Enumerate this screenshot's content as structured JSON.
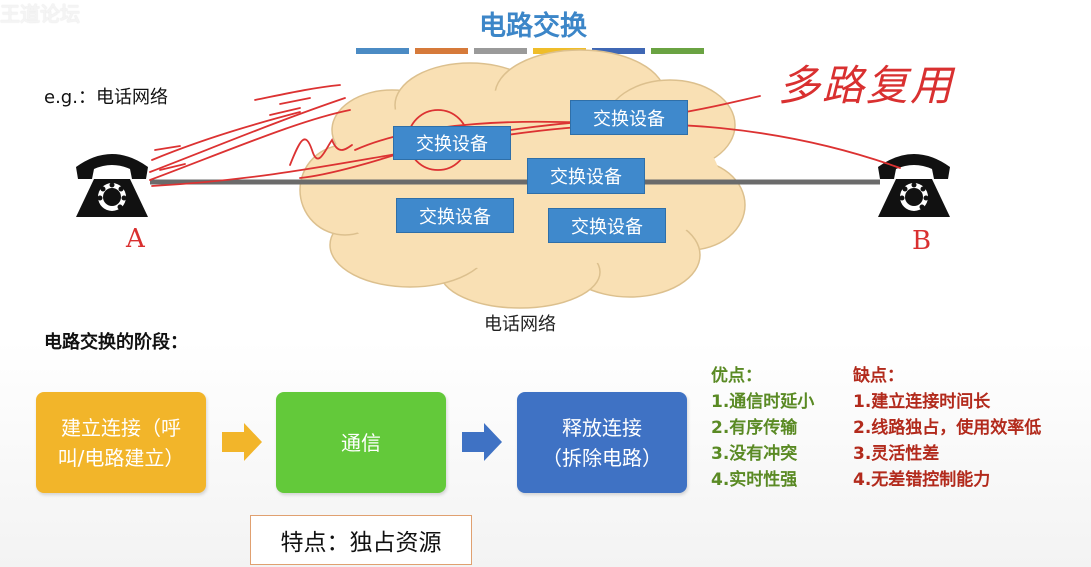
{
  "watermark": "王道论坛",
  "title": "电路交换",
  "color_bars": [
    "#4b8bc4",
    "#d67a3a",
    "#9a9a9a",
    "#efbd2a",
    "#3f67b4",
    "#6aa342"
  ],
  "example_label": "e.g.：电话网络",
  "network_label": "电话网络",
  "switch_devices": [
    "交换设备",
    "交换设备",
    "交换设备",
    "交换设备",
    "交换设备"
  ],
  "phone_icons": [
    "telephone-icon",
    "telephone-icon"
  ],
  "handwriting": {
    "phone_a": "A",
    "phone_b": "B",
    "multiplexing": "多路复用"
  },
  "stages_heading": "电路交换的阶段：",
  "stages": [
    {
      "line1": "建立连接（呼",
      "line2": "叫/电路建立）",
      "color": "#f2b52a"
    },
    {
      "line1": "通信",
      "line2": "",
      "color": "#63c93a"
    },
    {
      "line1": "释放连接",
      "line2": "（拆除电路）",
      "color": "#3f72c4"
    }
  ],
  "feature": "特点：独占资源",
  "advantages": {
    "heading": "优点：",
    "items": [
      "1.通信时延小",
      "2.有序传输",
      "3.没有冲突",
      "4.实时性强"
    ]
  },
  "disadvantages": {
    "heading": "缺点：",
    "items": [
      "1.建立连接时间长",
      "2.线路独占，使用效率低",
      "3.灵活性差",
      "4.无差错控制能力"
    ]
  }
}
